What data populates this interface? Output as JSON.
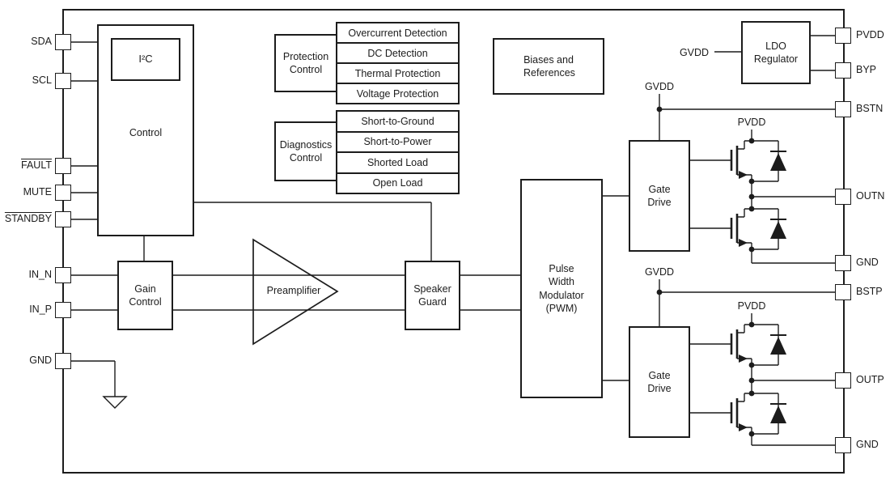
{
  "pins": {
    "left": [
      {
        "label": "SDA",
        "overline": false
      },
      {
        "label": "SCL",
        "overline": false
      },
      {
        "label": "FAULT",
        "overline": true
      },
      {
        "label": "MUTE",
        "overline": false
      },
      {
        "label": "STANDBY",
        "overline": true
      },
      {
        "label": "IN_N",
        "overline": false
      },
      {
        "label": "IN_P",
        "overline": false
      },
      {
        "label": "GND",
        "overline": false
      }
    ],
    "right": [
      {
        "label": "PVDD"
      },
      {
        "label": "BYP"
      },
      {
        "label": "BSTN"
      },
      {
        "label": "OUTN"
      },
      {
        "label": "GND"
      },
      {
        "label": "BSTP"
      },
      {
        "label": "OUTP"
      },
      {
        "label": "GND"
      }
    ]
  },
  "blocks": {
    "control": "Control",
    "i2c": "I²C",
    "protection_control": "Protection Control",
    "diagnostics_control": "Diagnostics Control",
    "biases": "Biases and References",
    "ldo": "LDO Regulator",
    "gain_control": "Gain Control",
    "preamplifier": "Preamplifier",
    "speaker_guard": "Speaker Guard",
    "pwm": "Pulse Width Modulator (PWM)",
    "gate_drive": "Gate Drive"
  },
  "protection_items": [
    "Overcurrent Detection",
    "DC Detection",
    "Thermal Protection",
    "Voltage Protection"
  ],
  "diagnostics_items": [
    "Short-to-Ground",
    "Short-to-Power",
    "Shorted Load",
    "Open Load"
  ],
  "nets": {
    "gvdd": "GVDD",
    "pvdd": "PVDD"
  },
  "colors": {
    "line": "#1c1c1c",
    "background": "#ffffff"
  }
}
